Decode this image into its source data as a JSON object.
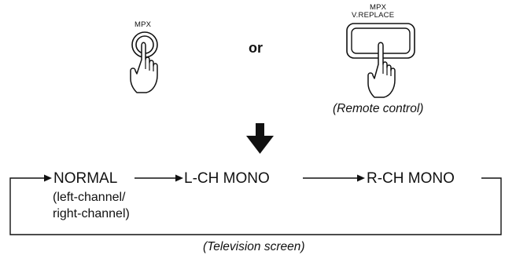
{
  "button_main": {
    "label": "MPX"
  },
  "or_text": "or",
  "button_remote": {
    "label_line1": "MPX",
    "label_line2": "V.REPLACE",
    "caption": "(Remote control)"
  },
  "flow": {
    "normal": "NORMAL",
    "normal_sub1": "(left-channel/",
    "normal_sub2": "right-channel)",
    "lch": "L-CH MONO",
    "rch": "R-CH MONO",
    "caption": "(Television screen)"
  },
  "icons": [
    "finger-press-icon",
    "down-arrow-icon",
    "loop-arrow-icon"
  ],
  "colors": {
    "ink": "#111111",
    "background": "#ffffff"
  }
}
